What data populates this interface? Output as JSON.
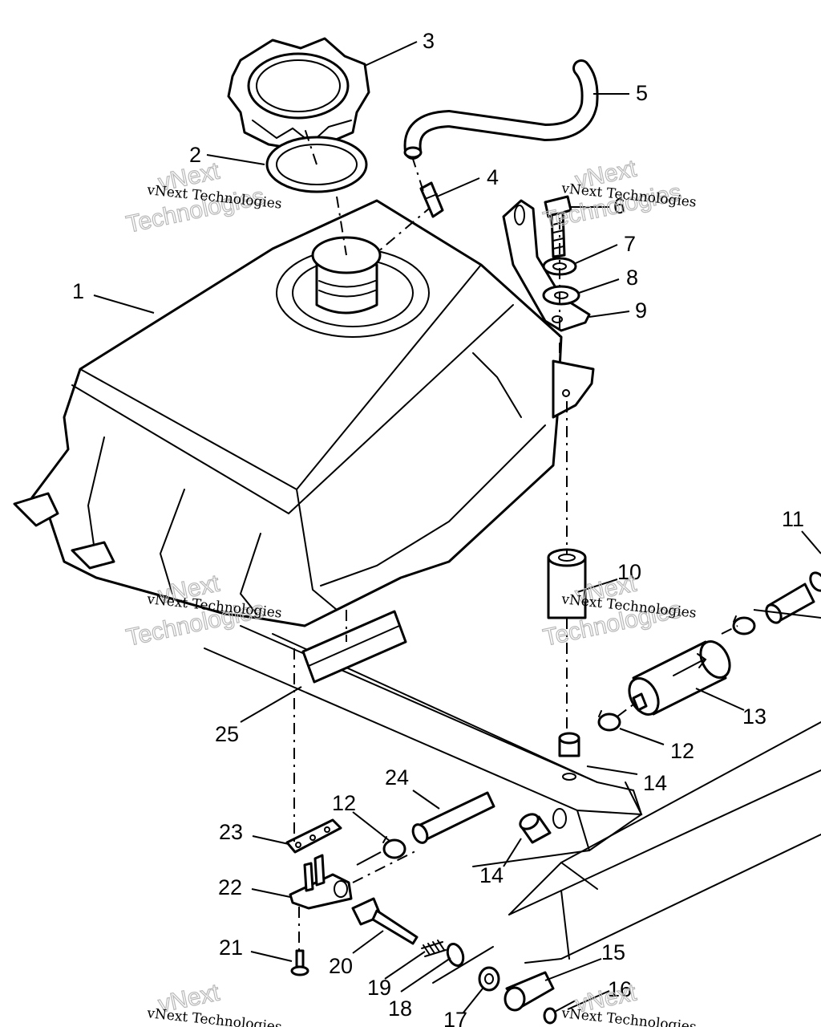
{
  "callouts": {
    "c1": "1",
    "c2": "2",
    "c3": "3",
    "c4": "4",
    "c5": "5",
    "c6": "6",
    "c7": "7",
    "c8": "8",
    "c9": "9",
    "c10": "10",
    "c11": "11",
    "c12a": "12",
    "c12b": "12",
    "c13": "13",
    "c14a": "14",
    "c14b": "14",
    "c15": "15",
    "c16": "16",
    "c17": "17",
    "c18": "18",
    "c19": "19",
    "c20": "20",
    "c21": "21",
    "c22": "22",
    "c23": "23",
    "c24": "24",
    "c25": "25"
  },
  "watermark": {
    "small": "vNext Technologies",
    "line1": "vNext",
    "line2": "Technologies"
  },
  "colors": {
    "ink": "#000000",
    "paper": "#ffffff",
    "watermark": "#b8b8b8"
  }
}
